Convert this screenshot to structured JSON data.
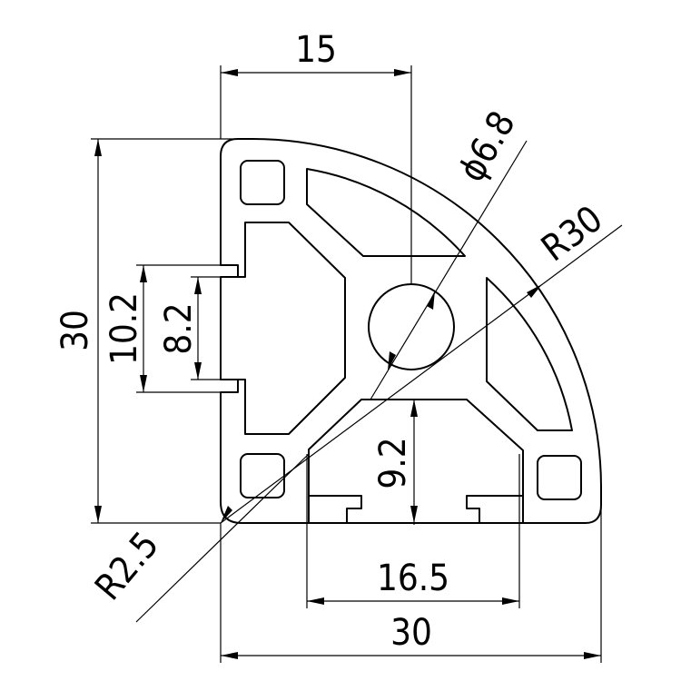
{
  "dimensions": {
    "top_width": "15",
    "diameter": "ϕ6.8",
    "radius_outer": "R30",
    "height": "30",
    "slot_outer": "10.2",
    "slot_inner": "8.2",
    "slot_depth": "9.2",
    "radius_corner": "R2.5",
    "slot_spacing": "16.5",
    "bottom_width": "30"
  }
}
